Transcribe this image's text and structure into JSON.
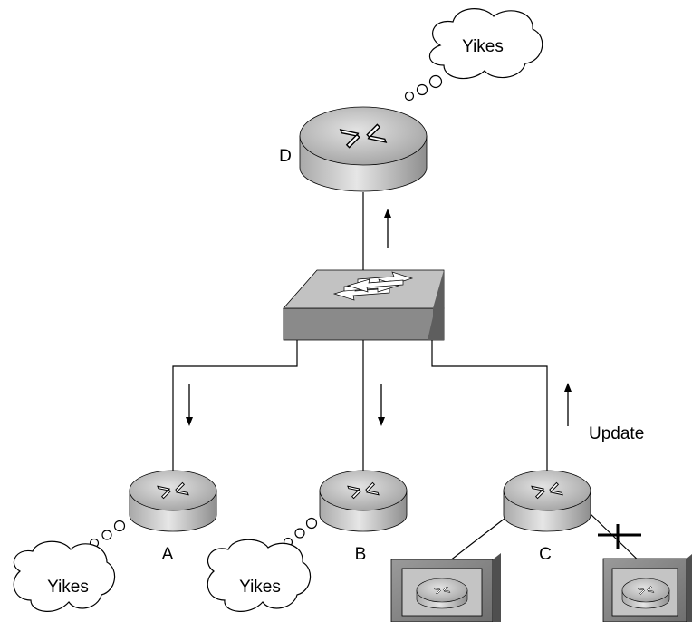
{
  "routers": {
    "d": {
      "label": "D"
    },
    "a": {
      "label": "A"
    },
    "b": {
      "label": "B"
    },
    "c": {
      "label": "C"
    }
  },
  "bubbles": {
    "top": {
      "text": "Yikes"
    },
    "left": {
      "text": "Yikes"
    },
    "mid": {
      "text": "Yikes"
    }
  },
  "update_label": "Update",
  "colors": {
    "line": "#000000",
    "router_top": "#c8c8c8",
    "router_side": "#9a9a9a",
    "switch_top": "#b4b4b4",
    "switch_front": "#8a8a8a",
    "switch_side": "#5e5e5e"
  }
}
